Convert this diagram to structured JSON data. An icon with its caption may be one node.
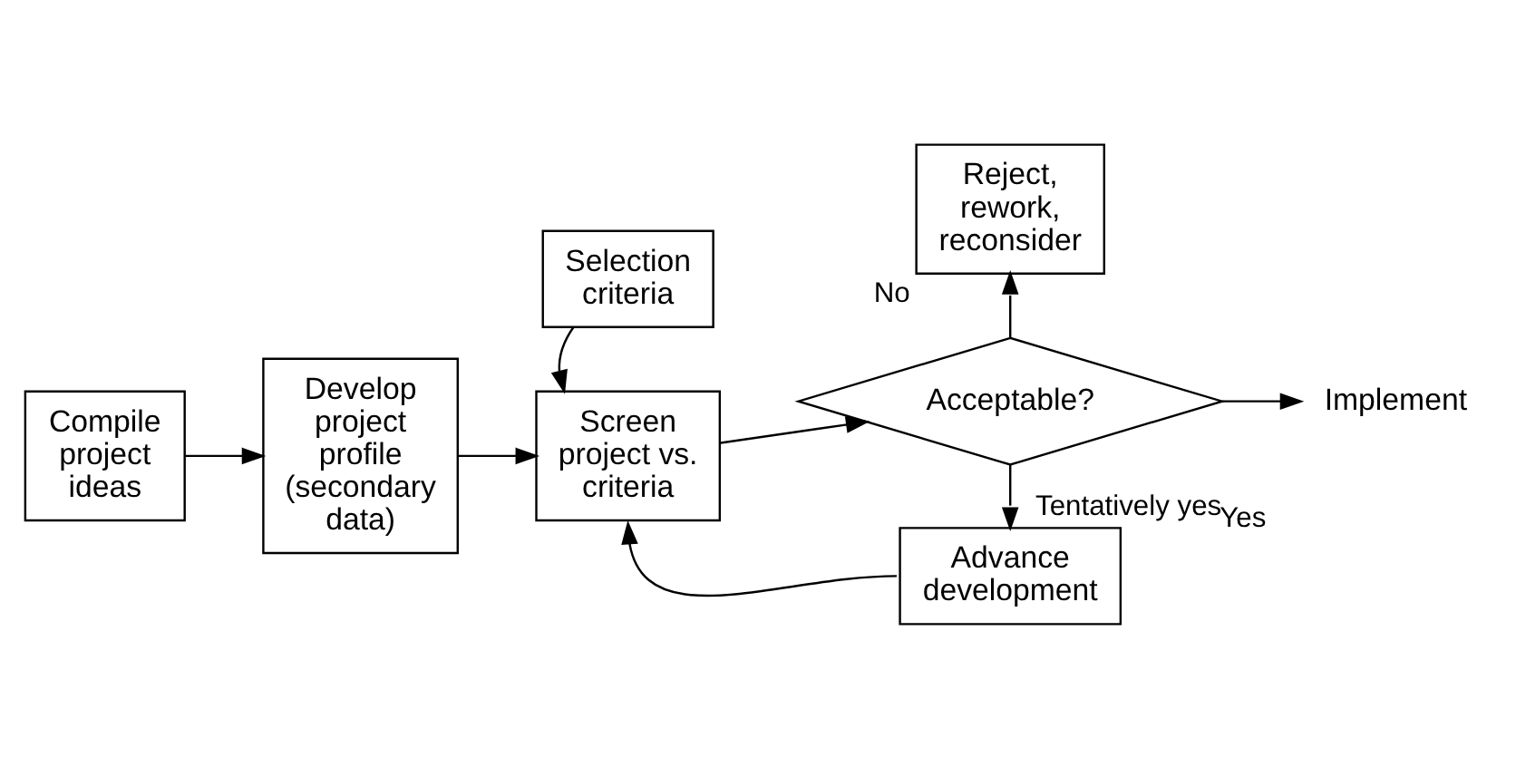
{
  "diagram": {
    "nodes": [
      {
        "text": [
          "Compile project ideas"
        ]
      },
      {
        "text": [
          "Develop project profile (secondary data)"
        ]
      },
      {
        "text": [
          "Selection criteria"
        ]
      },
      {
        "text": [
          "Screen project vs. criteria"
        ]
      },
      {
        "text": [
          "Acceptable?"
        ]
      },
      {
        "text": [
          "Reject, rework, reconsider"
        ]
      },
      {
        "text": [
          "Implement"
        ]
      },
      {
        "text": [
          "Advance development"
        ]
      }
    ],
    "edges": [
      {
        "from": 0,
        "to": 1,
        "arrow": "to"
      },
      {
        "from": 1,
        "to": 3,
        "arrow": "to"
      },
      {
        "from": 2,
        "to": 3,
        "arrow": "to"
      },
      {
        "from": 3,
        "to": 4,
        "arrow": "to"
      },
      {
        "from": 4,
        "to": 5,
        "arrow": "to",
        "label": "No"
      },
      {
        "from": 4,
        "to": 6,
        "arrow": "to",
        "label": "Yes"
      },
      {
        "from": 4,
        "to": 7,
        "arrow": "to",
        "label": "Tentatively yes"
      },
      {
        "from": 7,
        "to": 3,
        "arrow": "to"
      }
    ]
  }
}
